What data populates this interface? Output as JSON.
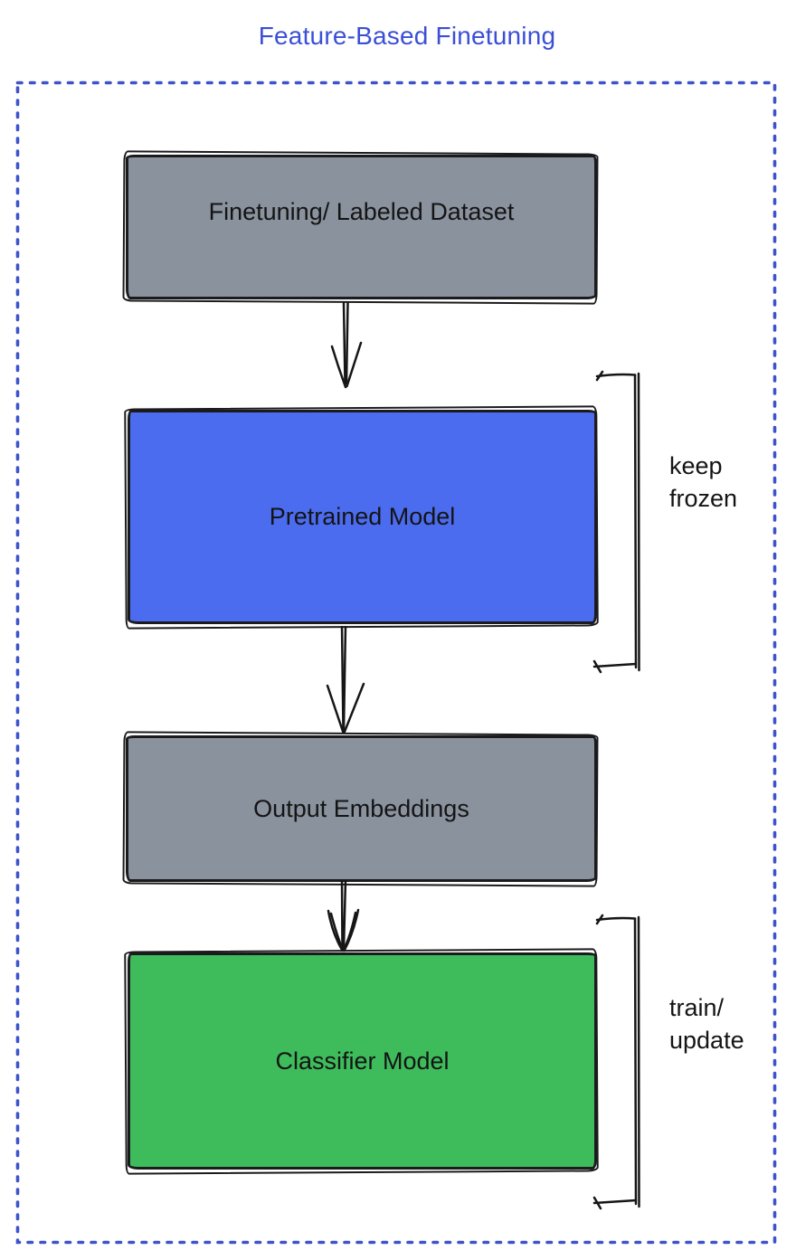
{
  "title": "Feature-Based Finetuning",
  "colors": {
    "title_blue": "#3b4fd6",
    "dotted_border_blue": "#3e53cb",
    "node_gray": "#8a929e",
    "node_blue": "#4b6cee",
    "node_green": "#3ebc5c",
    "ink": "#161616"
  },
  "nodes": [
    {
      "label": "Finetuning/ Labeled Dataset",
      "color_role": "gray"
    },
    {
      "label": "Pretrained Model",
      "color_role": "blue"
    },
    {
      "label": "Output Embeddings",
      "color_role": "gray"
    },
    {
      "label": "Classifier Model",
      "color_role": "green"
    }
  ],
  "annotations": [
    {
      "applies_to": "Pretrained Model",
      "lines": [
        "keep",
        "frozen"
      ]
    },
    {
      "applies_to": "Classifier Model",
      "lines": [
        "train/",
        "update"
      ]
    }
  ]
}
